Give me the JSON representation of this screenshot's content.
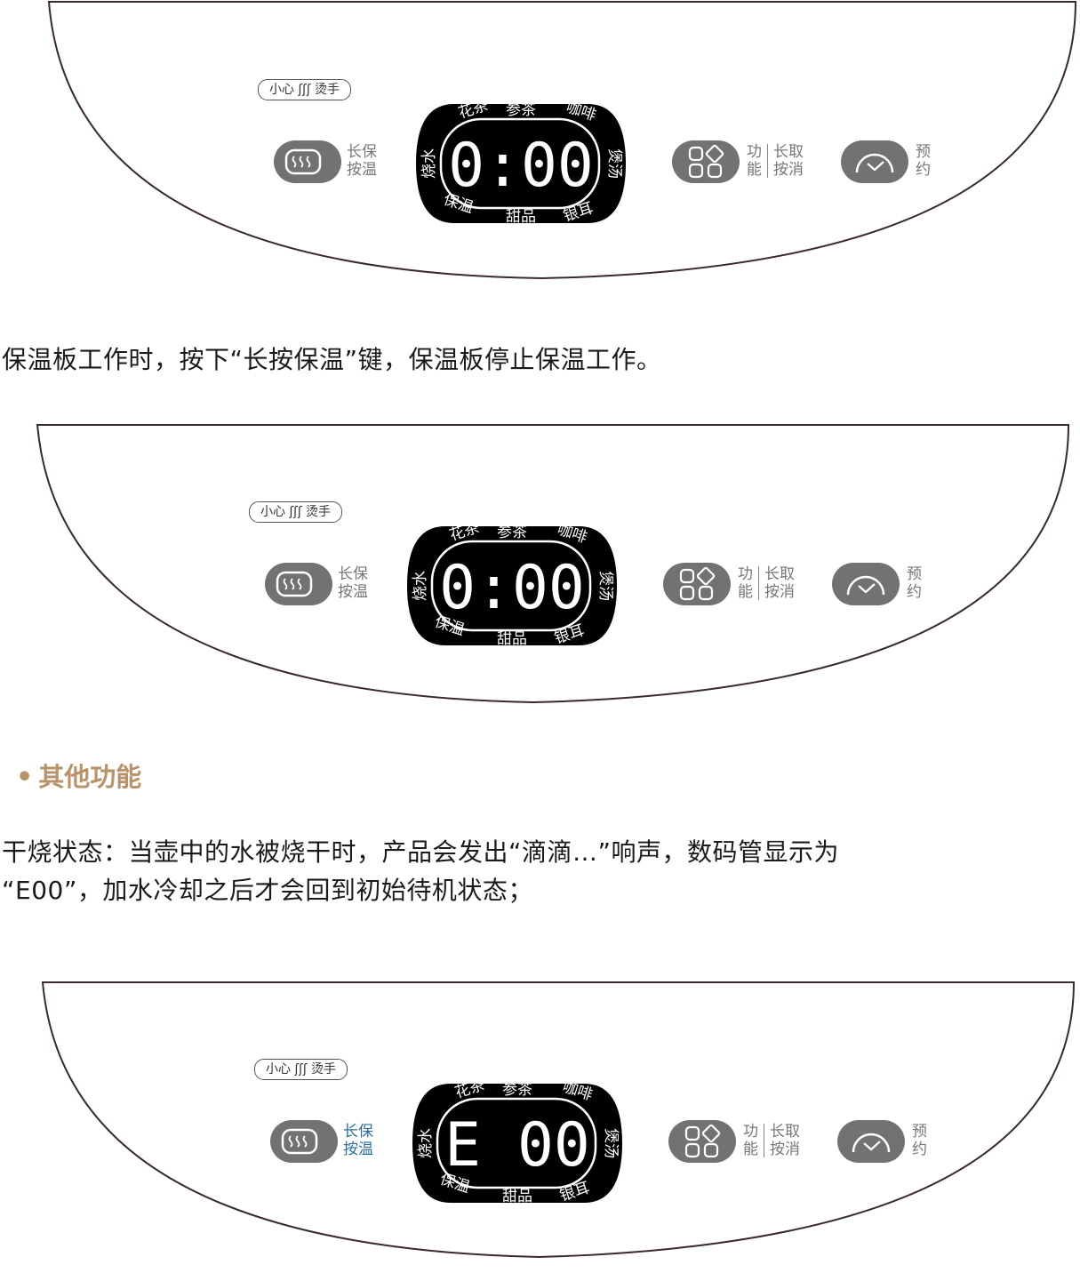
{
  "panel_labels": {
    "warning": "小心 ʃʃʃ 烫手",
    "keep_warm": [
      "长保",
      "按温"
    ],
    "function": [
      "功",
      "能"
    ],
    "long_cancel": [
      "长取",
      "按消"
    ],
    "reserve": [
      "预",
      "约"
    ],
    "display_modes": {
      "top_left": "花茶",
      "top": "参茶",
      "top_right": "咖啡",
      "left": "烧水",
      "right": "煲汤",
      "bottom_left": "保温",
      "bottom": "甜品",
      "bottom_right": "银耳"
    }
  },
  "panels": [
    {
      "display": "0:00",
      "keep_warm_highlight": false
    },
    {
      "display": "0:00",
      "keep_warm_highlight": false
    },
    {
      "display": "E 00",
      "keep_warm_highlight": true
    }
  ],
  "paragraph_1": "保温板工作时，按下“长按保温”键，保温板停止保温工作。",
  "section_heading": "其他功能",
  "section_bullet": "•",
  "paragraph_2_line1": "干烧状态：当壶中的水被烧干时，产品会发出“滴滴…”响声，数码管显示为",
  "paragraph_2_line2": "“E00”，加水冷却之后才会回到初始待机状态；",
  "colors": {
    "panel_outline": "#3a2a2a",
    "button_gray": "#727272",
    "display_black": "#000000",
    "heading_gold": "#b8936a",
    "highlight_blue": "#2a6f9e"
  }
}
